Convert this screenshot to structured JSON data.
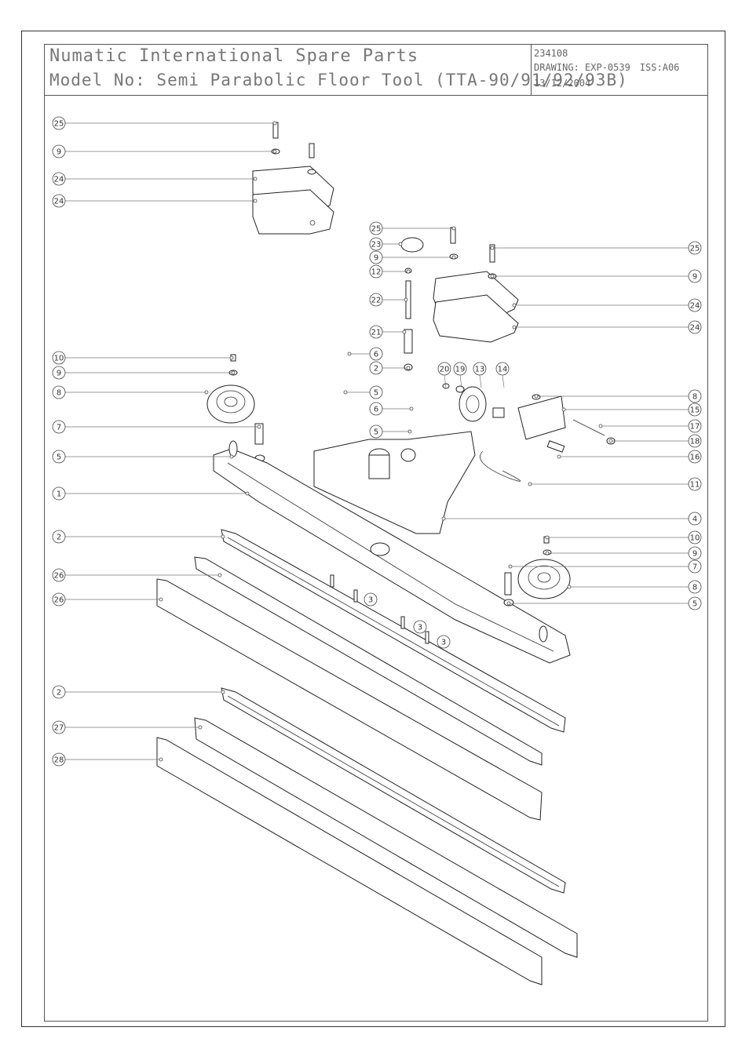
{
  "title": {
    "line1": "Numatic International Spare Parts",
    "line2": "Model No: Semi Parabolic Floor Tool (TTA-90/91/92/93B)"
  },
  "meta": {
    "number": "234108",
    "drawing": "DRAWING: EXP-0539",
    "issue": "ISS:A06",
    "date": "13/12/2004"
  },
  "callouts": [
    {
      "label": "25",
      "side": "left",
      "row": 157
    },
    {
      "label": "9",
      "side": "left",
      "row": 193
    },
    {
      "label": "24",
      "side": "left",
      "row": 228
    },
    {
      "label": "24",
      "side": "left",
      "row": 256
    },
    {
      "label": "25",
      "side": "mid",
      "row": 291
    },
    {
      "label": "23",
      "side": "mid",
      "row": 311
    },
    {
      "label": "9",
      "side": "mid",
      "row": 328
    },
    {
      "label": "12",
      "side": "mid",
      "row": 346
    },
    {
      "label": "22",
      "side": "mid",
      "row": 382
    },
    {
      "label": "21",
      "side": "mid",
      "row": 423
    },
    {
      "label": "6",
      "side": "mid",
      "row": 451
    },
    {
      "label": "2",
      "side": "mid",
      "row": 469
    },
    {
      "label": "5",
      "side": "mid",
      "row": 500
    },
    {
      "label": "6",
      "side": "mid",
      "row": 521
    },
    {
      "label": "5",
      "side": "mid",
      "row": 550
    },
    {
      "label": "20",
      "side": "top",
      "row": 470
    },
    {
      "label": "19",
      "side": "top",
      "row": 470
    },
    {
      "label": "13",
      "side": "top",
      "row": 470
    },
    {
      "label": "14",
      "side": "top",
      "row": 470
    },
    {
      "label": "25",
      "side": "right",
      "row": 316
    },
    {
      "label": "9",
      "side": "right",
      "row": 352
    },
    {
      "label": "24",
      "side": "right",
      "row": 389
    },
    {
      "label": "24",
      "side": "right",
      "row": 417
    },
    {
      "label": "10",
      "side": "left",
      "row": 456
    },
    {
      "label": "9",
      "side": "left",
      "row": 475
    },
    {
      "label": "8",
      "side": "left",
      "row": 500
    },
    {
      "label": "7",
      "side": "left",
      "row": 544
    },
    {
      "label": "5",
      "side": "left",
      "row": 582
    },
    {
      "label": "1",
      "side": "left",
      "row": 629
    },
    {
      "label": "8",
      "side": "right",
      "row": 505
    },
    {
      "label": "15",
      "side": "right",
      "row": 522
    },
    {
      "label": "17",
      "side": "right",
      "row": 543
    },
    {
      "label": "18",
      "side": "right",
      "row": 562
    },
    {
      "label": "16",
      "side": "right",
      "row": 582
    },
    {
      "label": "11",
      "side": "right",
      "row": 617
    },
    {
      "label": "4",
      "side": "right",
      "row": 661
    },
    {
      "label": "2",
      "side": "left",
      "row": 684
    },
    {
      "label": "10",
      "side": "right",
      "row": 685
    },
    {
      "label": "9",
      "side": "right",
      "row": 705
    },
    {
      "label": "7",
      "side": "right",
      "row": 722
    },
    {
      "label": "26",
      "side": "left",
      "row": 733
    },
    {
      "label": "8",
      "side": "right",
      "row": 748
    },
    {
      "label": "26",
      "side": "left",
      "row": 764
    },
    {
      "label": "3",
      "side": "inner",
      "row": 764
    },
    {
      "label": "5",
      "side": "right",
      "row": 769
    },
    {
      "label": "3",
      "side": "inner",
      "row": 799
    },
    {
      "label": "3",
      "side": "inner",
      "row": 818
    },
    {
      "label": "2",
      "side": "left",
      "row": 882
    },
    {
      "label": "27",
      "side": "left",
      "row": 927
    },
    {
      "label": "28",
      "side": "left",
      "row": 968
    }
  ]
}
